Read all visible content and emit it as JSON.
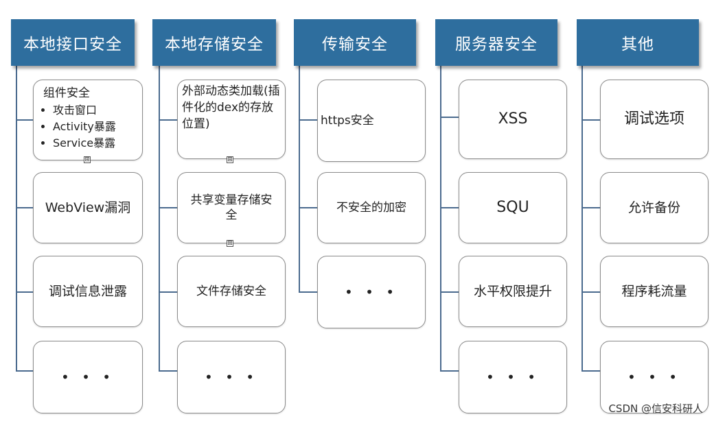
{
  "columns": [
    {
      "header": "本地接口安全",
      "items": [
        {
          "title": "组件安全",
          "bullets": [
            "攻击窗口",
            "Activity暴露",
            "Service暴露"
          ]
        },
        {
          "label": "WebView漏洞"
        },
        {
          "label": "调试信息泄露"
        },
        {
          "label": "• • •"
        }
      ]
    },
    {
      "header": "本地存储安全",
      "items": [
        {
          "label": "外部动态类加载(插件化的dex的存放位置)"
        },
        {
          "label": "共享变量存储安全"
        },
        {
          "label": "文件存储安全"
        },
        {
          "label": "• • •"
        }
      ]
    },
    {
      "header": "传输安全",
      "items": [
        {
          "label": "https安全"
        },
        {
          "label": "不安全的加密"
        },
        {
          "label": "• • •"
        }
      ]
    },
    {
      "header": "服务器安全",
      "items": [
        {
          "label": "XSS"
        },
        {
          "label": "SQU"
        },
        {
          "label": "水平权限提升"
        },
        {
          "label": "• • •"
        }
      ]
    },
    {
      "header": "其他",
      "items": [
        {
          "label": "调试选项"
        },
        {
          "label": "允许备份"
        },
        {
          "label": "程序耗流量"
        },
        {
          "label": "• • •"
        }
      ]
    }
  ],
  "expand_symbol": "⊞",
  "watermark": "CSDN @信安科研人"
}
